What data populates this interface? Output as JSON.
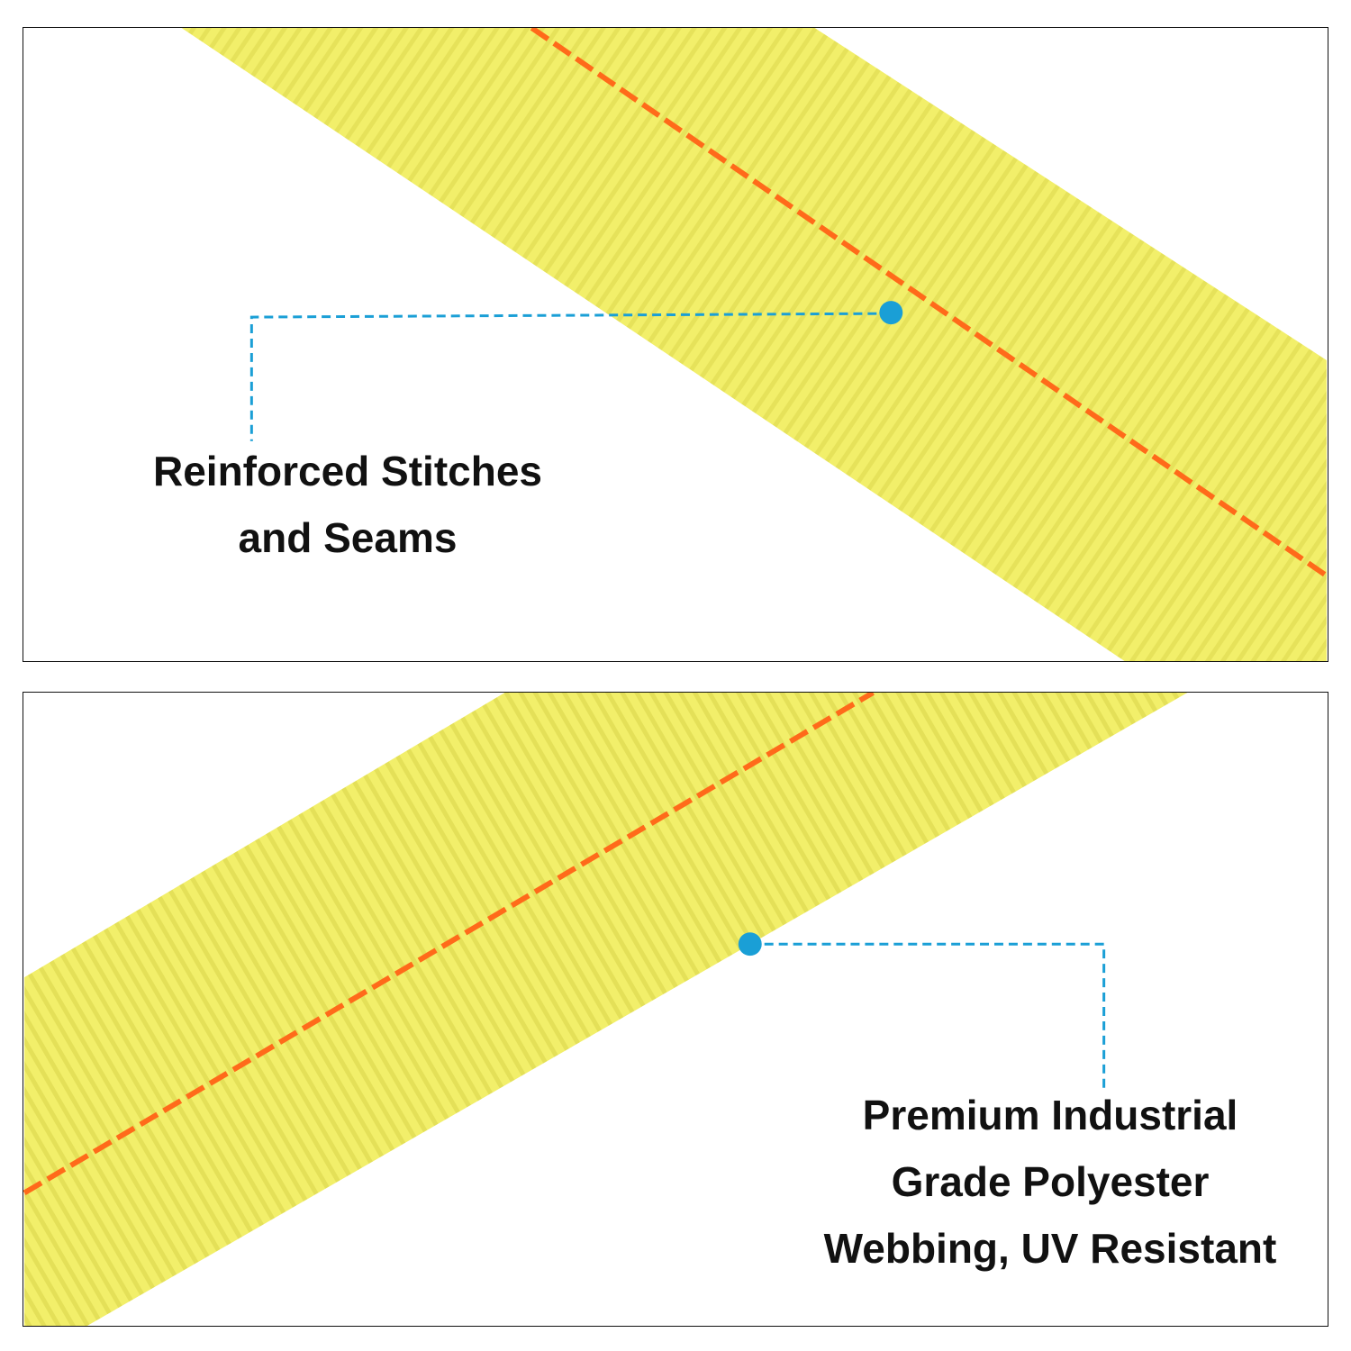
{
  "colors": {
    "strap": "#f2ef6a",
    "stripe": "#ff6a1a",
    "callout": "#1a9fd6",
    "text": "#111111"
  },
  "panels": [
    {
      "label_lines": [
        "Reinforced Stitches",
        "and Seams"
      ]
    },
    {
      "label_lines": [
        "Premium Industrial",
        "Grade Polyester",
        "Webbing, UV Resistant"
      ]
    }
  ]
}
